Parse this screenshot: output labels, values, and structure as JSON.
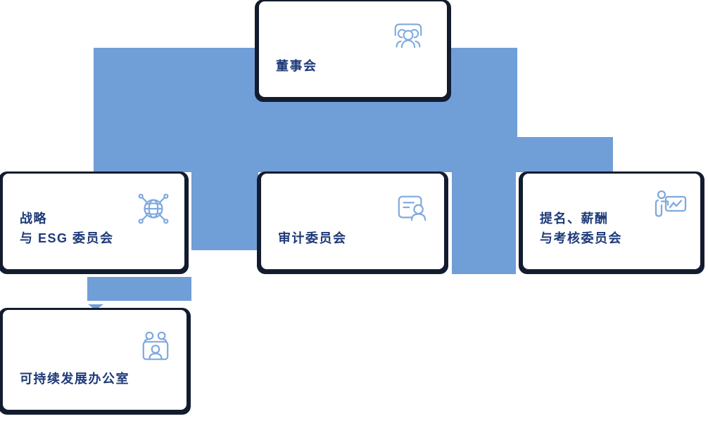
{
  "palette": {
    "connector_blue": "#709ED7",
    "card_frame_dark": "#131C2E",
    "card_background": "#FFFFFF",
    "label_navy": "#1E3A78",
    "icon_blue": "#7FA9DE"
  },
  "nodes": {
    "board": {
      "lines": [
        "董事会"
      ],
      "icon": "people-group-icon"
    },
    "strategy_esg": {
      "lines": [
        "战略",
        "与 ESG 委员会"
      ],
      "icon": "globe-network-icon"
    },
    "audit": {
      "lines": [
        "审计委员会"
      ],
      "icon": "resume-doc-icon"
    },
    "nomination": {
      "lines": [
        "提名、薪酬",
        "与考核委员会"
      ],
      "icon": "presenter-chart-icon"
    },
    "sustainability_office": {
      "lines": [
        "可持续发展办公室"
      ],
      "icon": "team-meeting-icon"
    }
  },
  "hierarchy": {
    "root": "董事会",
    "children_of_root": [
      "战略 与 ESG 委员会",
      "审计委员会",
      "提名、薪酬 与考核委员会"
    ],
    "children_of_strategy_esg": [
      "可持续发展办公室"
    ]
  }
}
